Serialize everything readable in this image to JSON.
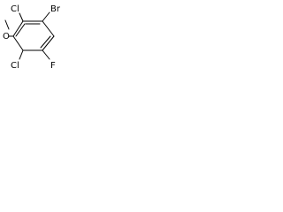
{
  "structure": {
    "atoms": {
      "cl_top": "Cl",
      "br": "Br",
      "o": "O",
      "cl_bottom": "Cl",
      "f": "F"
    }
  },
  "colors": {
    "background": "#ffffff",
    "ink": "#000000"
  }
}
